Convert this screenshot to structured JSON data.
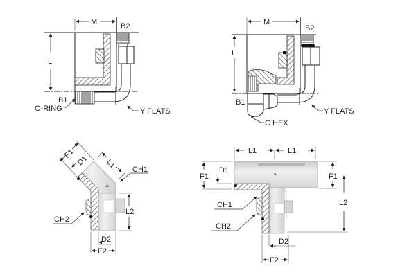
{
  "figure": {
    "description": "Hydraulic fitting dimension drawings: two 90-degree elbows, a 45-degree elbow, and a branch tee",
    "colors": {
      "line": "#222222",
      "body_fill": "#e2e2e2",
      "body_highlight": "#f2f2f2",
      "hatch": "#555555"
    }
  },
  "views": [
    {
      "id": "elbow-90-oring",
      "labels": {
        "m": "M",
        "b2": "B2",
        "l": "L",
        "b1": "B1",
        "oring": "O-RING",
        "yflats": "Y FLATS"
      }
    },
    {
      "id": "elbow-90-swivel",
      "labels": {
        "m": "M",
        "b2": "B2",
        "l": "L",
        "b1": "B1",
        "chex": "C HEX",
        "yflats": "Y FLATS"
      }
    },
    {
      "id": "elbow-45",
      "labels": {
        "f1": "F1",
        "d1": "D1",
        "l1": "L1",
        "ch1": "CH1",
        "ch2": "CH2",
        "l2": "L2",
        "d2": "D2",
        "f2": "F2"
      }
    },
    {
      "id": "branch-tee",
      "labels": {
        "l1_left": "L1",
        "l1_right": "L1",
        "d1": "D1",
        "f1_left": "F1",
        "f1_right": "F1",
        "ch1": "CH1",
        "ch2": "CH2",
        "l2": "L2",
        "d2": "D2",
        "f2": "F2"
      }
    }
  ]
}
